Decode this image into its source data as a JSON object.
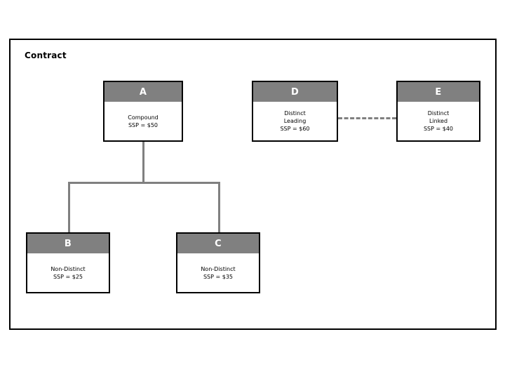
{
  "diagram": {
    "title": "Contract",
    "frame_color": "#000000",
    "header_fill": "#808080",
    "header_text_color": "#ffffff",
    "connector_color": "#808080",
    "body_fill": "#ffffff",
    "nodes": [
      {
        "id": "A",
        "label": "A",
        "lines": [
          "Compound",
          "SSP = $50"
        ],
        "line1": "Compound",
        "line2": "SSP = $50",
        "line3": ""
      },
      {
        "id": "B",
        "label": "B",
        "lines": [
          "Non-Distinct",
          "SSP = $25"
        ],
        "line1": "Non-Distinct",
        "line2": "SSP = $25",
        "line3": ""
      },
      {
        "id": "C",
        "label": "C",
        "lines": [
          "Non-Distinct",
          "SSP = $35"
        ],
        "line1": "Non-Distinct",
        "line2": "SSP = $35",
        "line3": ""
      },
      {
        "id": "D",
        "label": "D",
        "lines": [
          "Distinct",
          "Leading",
          "SSP = $60"
        ],
        "line1": "Distinct",
        "line2": "Leading",
        "line3": "SSP = $60"
      },
      {
        "id": "E",
        "label": "E",
        "lines": [
          "Distinct",
          "Linked",
          "SSP = $40"
        ],
        "line1": "Distinct",
        "line2": "Linked",
        "line3": "SSP = $40"
      }
    ],
    "edges": [
      {
        "from": "A",
        "to": "B",
        "style": "solid"
      },
      {
        "from": "A",
        "to": "C",
        "style": "solid"
      },
      {
        "from": "D",
        "to": "E",
        "style": "dashed"
      }
    ]
  }
}
